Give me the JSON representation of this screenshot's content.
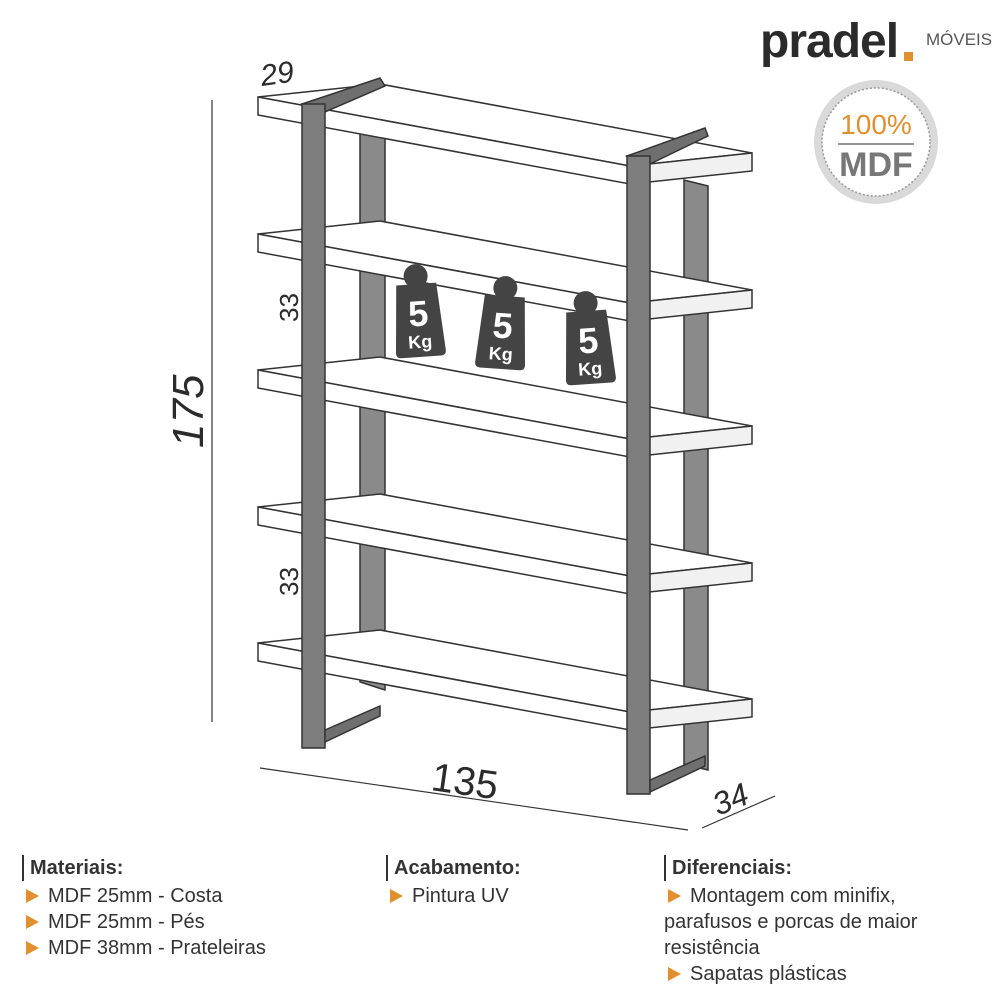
{
  "brand": {
    "name": "pradel",
    "subtitle": "MÓVEIS",
    "seal_percent": "100%",
    "seal_material": "MDF",
    "accent_color": "#e0902f"
  },
  "dimensions": {
    "top_depth": "29",
    "shelf_gap_upper": "33",
    "shelf_gap_lower": "33",
    "height": "175",
    "width": "135",
    "depth": "34"
  },
  "weights": [
    {
      "value": "5",
      "unit": "Kg"
    },
    {
      "value": "5",
      "unit": "Kg"
    },
    {
      "value": "5",
      "unit": "Kg"
    }
  ],
  "materials": {
    "title": "Materiais:",
    "items": [
      "MDF 25mm - Costa",
      "MDF 25mm - Pés",
      "MDF 38mm - Prateleiras"
    ]
  },
  "finish": {
    "title": "Acabamento:",
    "items": [
      "Pintura UV"
    ]
  },
  "features": {
    "title": "Diferenciais:",
    "item1_line1": "Montagem com minifix,",
    "item1_line2": "parafusos e porcas de maior",
    "item1_line3": "resistência",
    "item2": "Sapatas plásticas"
  }
}
